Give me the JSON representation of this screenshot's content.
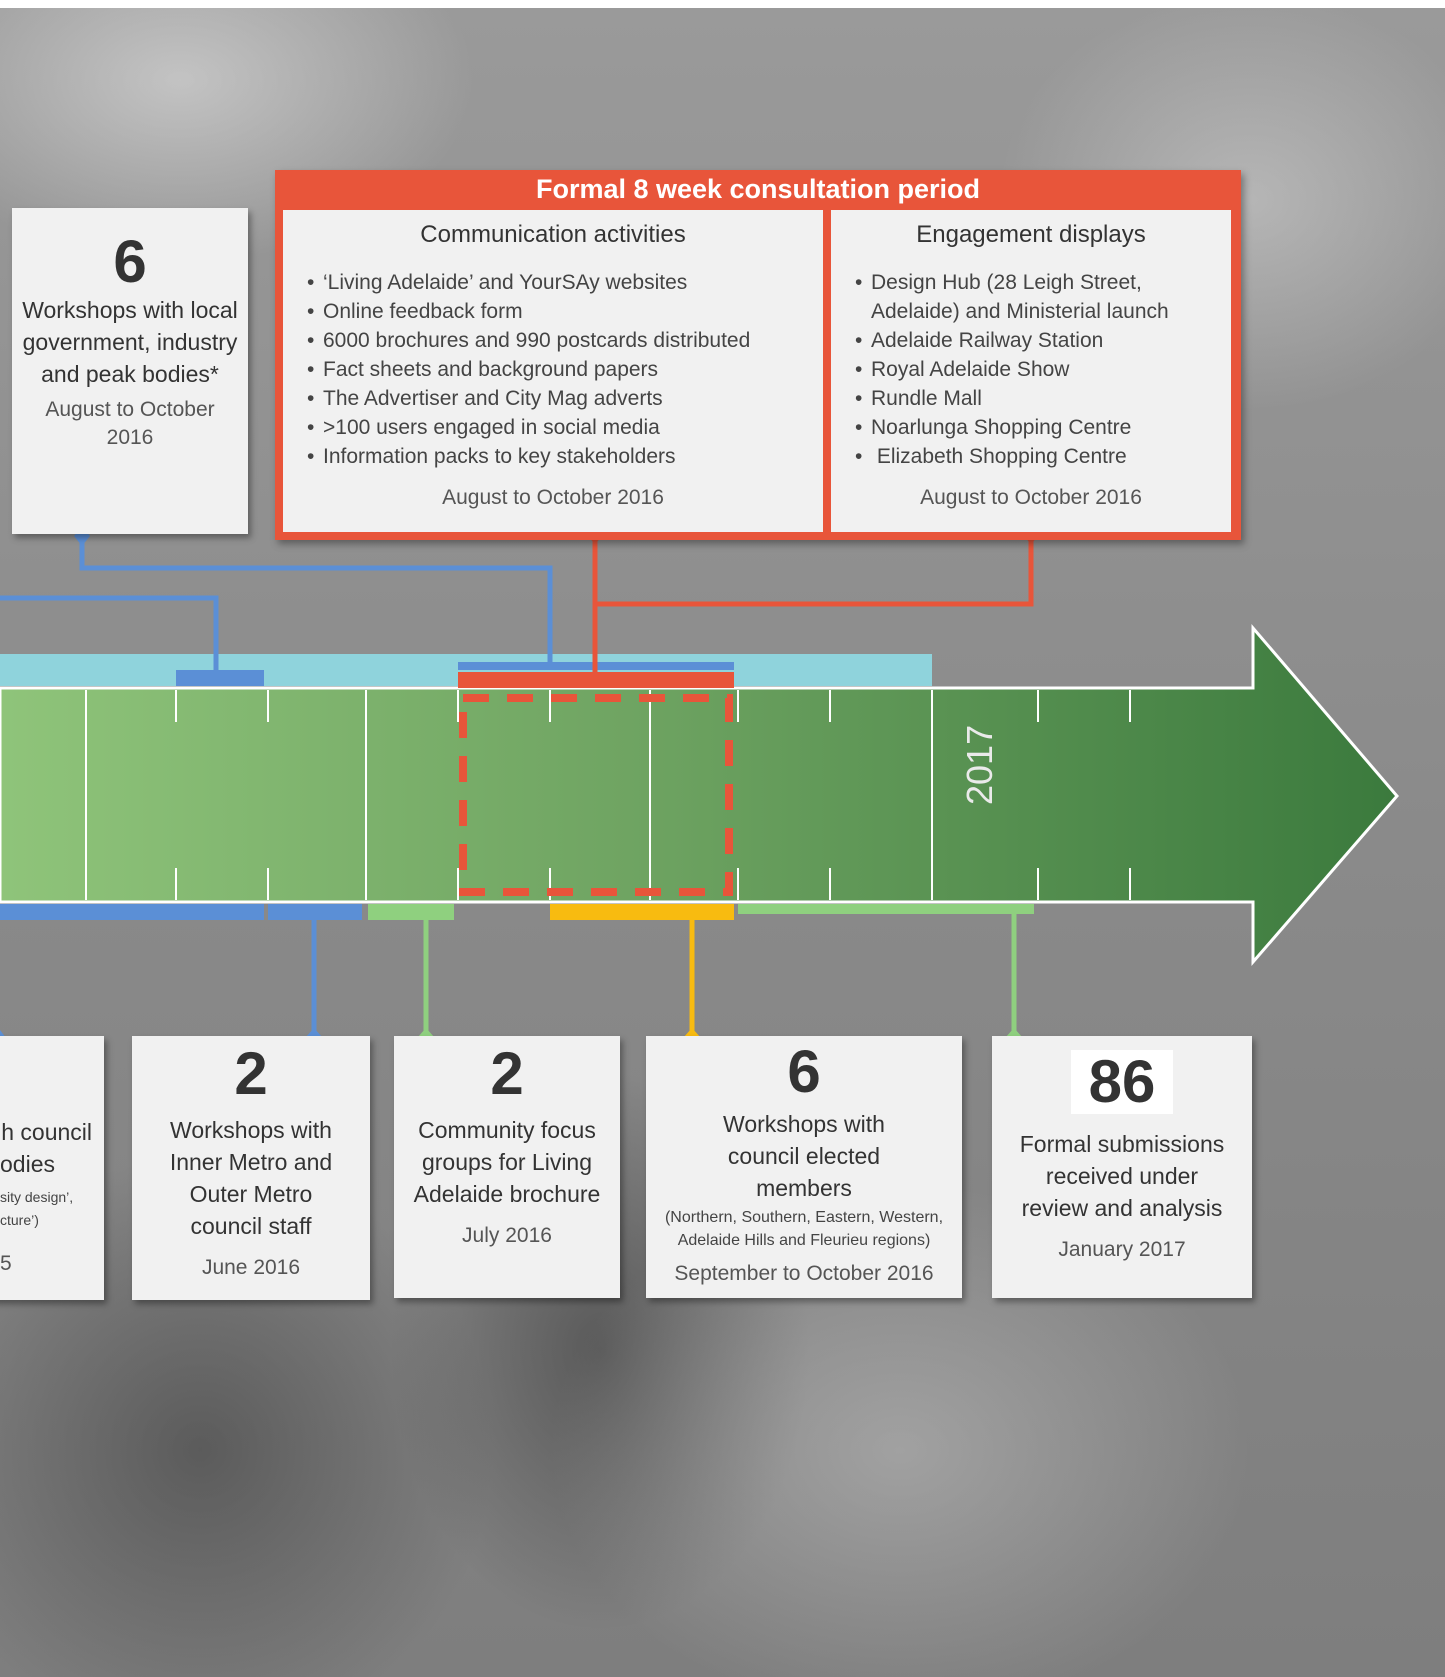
{
  "formal_period": {
    "title": "Formal 8 week consultation period",
    "communication": {
      "heading": "Communication activities",
      "items": [
        "‘Living Adelaide’ and YourSAy websites",
        "Online feedback form",
        "6000 brochures and 990 postcards distributed",
        "Fact sheets and background papers",
        "The Advertiser and City Mag adverts",
        ">100 users engaged in social media",
        "Information packs to key stakeholders"
      ],
      "date": "August to October 2016"
    },
    "engagement": {
      "heading": "Engagement displays",
      "items": [
        "Design Hub (28 Leigh Street, Adelaide) and Ministerial launch",
        "Adelaide Railway Station",
        "Royal Adelaide Show",
        "Rundle Mall",
        "Noarlunga Shopping Centre",
        " Elizabeth Shopping Centre"
      ],
      "date": "August to October 2016"
    }
  },
  "top_card": {
    "number": "6",
    "description": "Workshops with local government, industry and peak bodies*",
    "date": "August to October 2016"
  },
  "partial_card": {
    "line1": "h council",
    "line2": "odies",
    "sub1": "sity design’,",
    "sub2": "cture’)",
    "date": "5"
  },
  "bottom_cards": [
    {
      "number": "2",
      "description": "Workshops with Inner Metro and Outer Metro council staff",
      "date": "June 2016"
    },
    {
      "number": "2",
      "description": "Community focus groups for Living Adelaide brochure",
      "date": "July 2016"
    },
    {
      "number": "6",
      "description": "Workshops with council elected members",
      "sub": "(Northern, Southern, Eastern, Western, Adelaide Hills and Fleurieu regions)",
      "date": "September to October 2016"
    },
    {
      "number": "86",
      "description": "Formal submissions received under review and analysis",
      "date": "January 2017"
    }
  ],
  "timeline": {
    "year_label": "2017"
  },
  "colors": {
    "orange": "#e8553a",
    "blue": "#5b8fd6",
    "light_blue": "#8fd3dc",
    "green_light": "#8fc47a",
    "green_dark": "#3f7c3f",
    "yellow": "#f8bb10",
    "card_bg": "#f1f1f1"
  }
}
